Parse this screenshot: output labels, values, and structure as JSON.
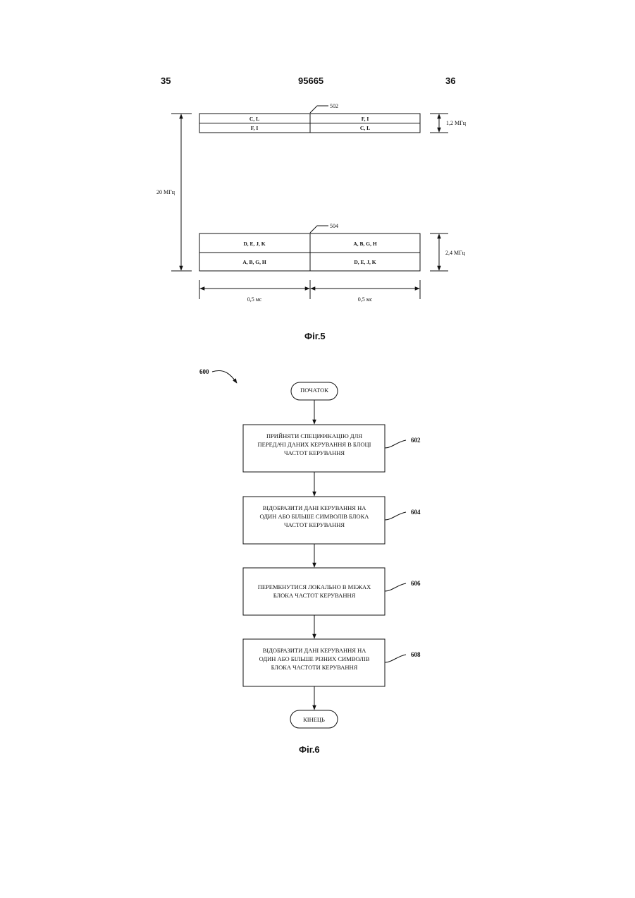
{
  "header": {
    "left_page": "35",
    "doc_number": "95665",
    "right_page": "36"
  },
  "fig5": {
    "caption": "Фіг.5",
    "band_502_label": "502",
    "band_504_label": "504",
    "band_502_cells": [
      [
        "C, L",
        "F, I"
      ],
      [
        "F, I",
        "C, L"
      ]
    ],
    "band_504_cells": [
      [
        "D, E, J, K",
        "A, B, G, H"
      ],
      [
        "A, B, G, H",
        "D, E, J, K"
      ]
    ],
    "total_bandwidth": "20 МГц",
    "band_502_width": "1,2 МГц",
    "band_504_width": "2,4 МГц",
    "slot_1_duration": "0,5 мс",
    "slot_2_duration": "0,5 мс"
  },
  "fig6": {
    "caption": "Фіг.6",
    "ref": "600",
    "start_label": "ПОЧАТОК",
    "end_label": "КІНЕЦЬ",
    "steps": [
      {
        "ref": "602",
        "lines": [
          "ПРИЙНЯТИ СПЕЦИФІКАЦІЮ ДЛЯ",
          "ПЕРЕДАЧІ ДАНИХ КЕРУВАННЯ В БЛОЦІ",
          "ЧАСТОТ КЕРУВАННЯ"
        ]
      },
      {
        "ref": "604",
        "lines": [
          "ВІДОБРАЗИТИ ДАНІ КЕРУВАННЯ НА",
          "ОДИН АБО БІЛЬШЕ СИМВОЛІВ БЛОКА",
          "ЧАСТОТ КЕРУВАННЯ"
        ]
      },
      {
        "ref": "606",
        "lines": [
          "ПЕРЕМКНУТИСЯ ЛОКАЛЬНО В МЕЖАХ",
          "БЛОКА ЧАСТОТ КЕРУВАННЯ"
        ]
      },
      {
        "ref": "608",
        "lines": [
          "ВІДОБРАЗИТИ ДАНІ КЕРУВАННЯ НА",
          "ОДИН АБО БІЛЬШЕ РІЗНИХ СИМВОЛІВ",
          "БЛОКА ЧАСТОТИ КЕРУВАННЯ"
        ]
      }
    ]
  }
}
